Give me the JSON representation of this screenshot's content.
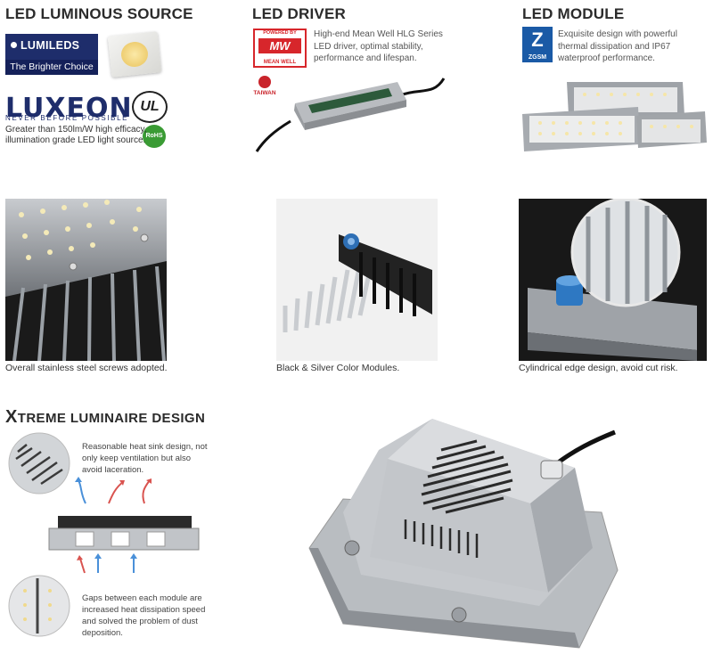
{
  "sections": {
    "source": {
      "heading": "LED LUMINOUS SOURCE",
      "lumileds_brand": "LUMILEDS",
      "lumileds_tagline": "The Brighter Choice",
      "luxeon_brand": "LUXEON",
      "luxeon_tagline": "NEVER BEFORE POSSIBLE",
      "description_line1": "Greater than 150lm/W high efficacy,",
      "description_line2": "illumination grade LED light source.",
      "ul_mark": "UL",
      "rohs_mark": "RoHS"
    },
    "driver": {
      "heading": "LED DRIVER",
      "badge_top": "POWERED BY",
      "badge_mark": "MW",
      "badge_bottom": "MEAN WELL",
      "taiwan_mark": "TAIWAN",
      "description_line1": "High-end Mean Well HLG Series",
      "description_line2": "LED driver, optimal stability,",
      "description_line3": "performance and lifespan."
    },
    "module": {
      "heading": "LED MODULE",
      "badge_text": "ZGSM",
      "description_line1": "Exquisite design with powerful",
      "description_line2": "thermal dissipation and IP67",
      "description_line3": "waterproof performance."
    }
  },
  "photos": {
    "screws_caption": "Overall stainless steel screws adopted.",
    "modules_caption": "Black & Silver Color Modules.",
    "edge_caption": "Cylindrical edge design, avoid cut risk."
  },
  "design": {
    "heading_initial": "X",
    "heading_rest": "TREME LUMINAIRE DESIGN",
    "heatsink_note_line1": "Reasonable heat sink design, not",
    "heatsink_note_line2": "only keep ventilation but also",
    "heatsink_note_line3": "avoid laceration.",
    "gaps_note_line1": "Gaps between each module are",
    "gaps_note_line2": "increased heat dissipation speed",
    "gaps_note_line3": "and solved the problem of dust",
    "gaps_note_line4": "deposition."
  },
  "colors": {
    "lumileds_blue": "#1e2d6b",
    "meanwell_red": "#d7262b",
    "zgsm_blue": "#1a5aa6",
    "rohs_green": "#3a9b34",
    "arrow_red": "#d9534f",
    "arrow_blue": "#4a90d9"
  }
}
